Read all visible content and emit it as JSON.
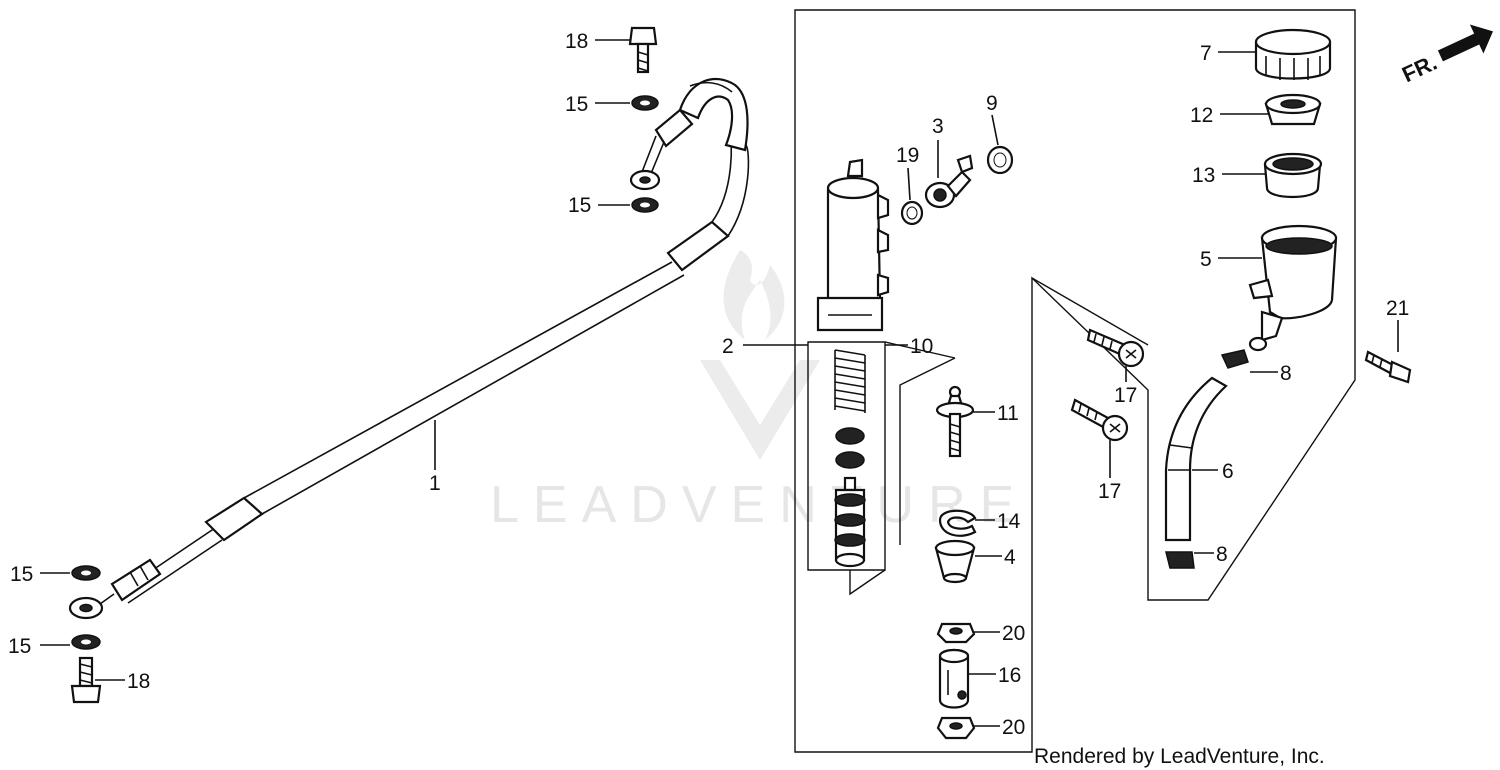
{
  "labels": {
    "l1": "1",
    "l2": "2",
    "l3": "3",
    "l4": "4",
    "l5": "5",
    "l6": "6",
    "l7": "7",
    "l8a": "8",
    "l8b": "8",
    "l9": "9",
    "l10": "10",
    "l11": "11",
    "l12": "12",
    "l13": "13",
    "l14": "14",
    "l15a": "15",
    "l15b": "15",
    "l15c": "15",
    "l15d": "15",
    "l16": "16",
    "l17a": "17",
    "l17b": "17",
    "l18a": "18",
    "l18b": "18",
    "l19": "19",
    "l20a": "20",
    "l20b": "20",
    "l21": "21"
  },
  "direction_marker": "FR.",
  "credit": "Rendered by LeadVenture, Inc.",
  "watermark": "LEADVENTURE"
}
